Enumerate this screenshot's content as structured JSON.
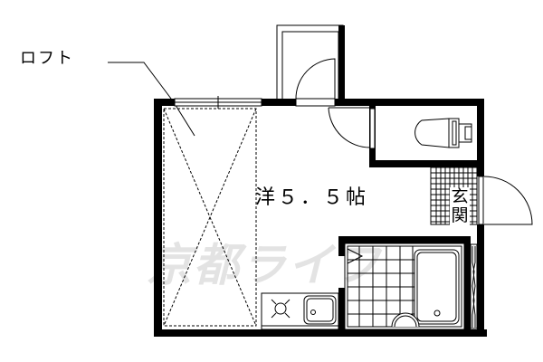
{
  "floor_plan": {
    "labels": {
      "loft": "ロフト",
      "main_room": "洋５．５帖",
      "entrance": "玄関"
    },
    "watermark": "京都ライフ",
    "rooms": [
      {
        "id": "main_room",
        "type": "Western-style room",
        "size": "5.5帖"
      },
      {
        "id": "loft",
        "type": "Loft"
      },
      {
        "id": "toilet",
        "type": "Toilet"
      },
      {
        "id": "bathroom",
        "type": "Unit bath"
      },
      {
        "id": "entrance",
        "type": "Entrance (genkan)"
      },
      {
        "id": "kitchen",
        "type": "Kitchen (stove + sink)"
      },
      {
        "id": "balcony_closet",
        "type": "Storage / closet"
      }
    ],
    "colors": {
      "wall": "#000000",
      "background": "#ffffff",
      "watermark": "#e3e3e3"
    }
  }
}
